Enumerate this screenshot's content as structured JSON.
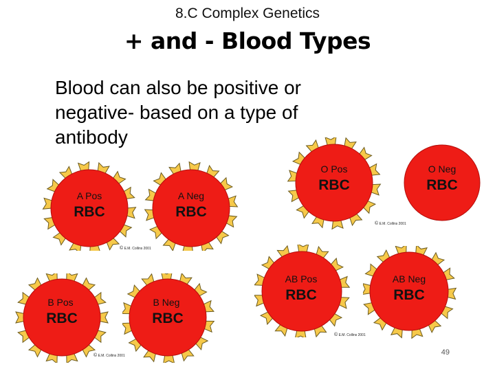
{
  "slide": {
    "header": "8.C Complex Genetics",
    "title": "+ and - Blood Types",
    "body": "Blood can also be positive or negative- based on a type of antibody",
    "page_number": "49"
  },
  "cells": [
    {
      "name": "A Pos",
      "label": "RBC",
      "has_antigens": true
    },
    {
      "name": "A Neg",
      "label": "RBC",
      "has_antigens": true
    },
    {
      "name": "B Pos",
      "label": "RBC",
      "has_antigens": true
    },
    {
      "name": "B Neg",
      "label": "RBC",
      "has_antigens": true
    },
    {
      "name": "O Pos",
      "label": "RBC",
      "has_antigens": true
    },
    {
      "name": "O Neg",
      "label": "RBC",
      "has_antigens": false
    },
    {
      "name": "AB Pos",
      "label": "RBC",
      "has_antigens": true
    },
    {
      "name": "AB Neg",
      "label": "RBC",
      "has_antigens": true
    }
  ],
  "credit": {
    "symbol": "©",
    "text": "E.M. Collins 2001"
  },
  "colors": {
    "cell_fill": "#ee1c16",
    "cell_stroke": "#b30d0a",
    "antigen_fill": "#f6c94a",
    "antigen_stroke": "#6b5a1e"
  }
}
